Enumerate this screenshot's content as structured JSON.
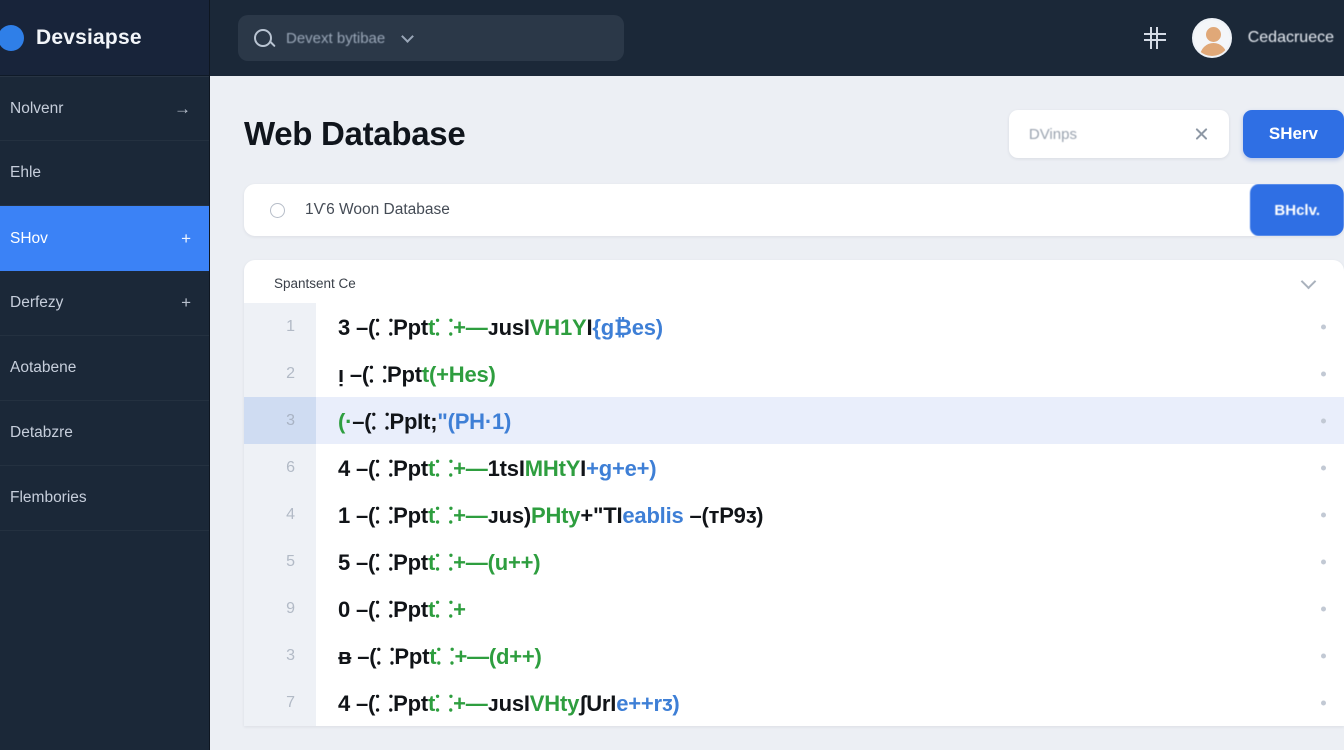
{
  "brand": {
    "name": "Devsiapse",
    "logo_icon": "circle-logo"
  },
  "sidebar": {
    "items": [
      {
        "label": "Nolvenr",
        "trail": "→",
        "trail_icon": "arrow-right-icon",
        "active": false
      },
      {
        "label": "Ehle",
        "trail": "",
        "trail_icon": "",
        "active": false
      },
      {
        "label": "SHov",
        "trail": "+",
        "trail_icon": "plus-icon",
        "active": true
      },
      {
        "label": "Derfezy",
        "trail": "+",
        "trail_icon": "plus-icon",
        "active": false
      },
      {
        "label": "Aotabene",
        "trail": "",
        "trail_icon": "",
        "active": false
      },
      {
        "label": "Detabzre",
        "trail": "",
        "trail_icon": "",
        "active": false
      },
      {
        "label": "Flembories",
        "trail": "",
        "trail_icon": "",
        "active": false
      }
    ]
  },
  "topbar": {
    "search": {
      "placeholder": "Devext bytibae",
      "search_icon": "search-icon",
      "dropdown_icon": "chevron-down-icon"
    },
    "grid_icon": "grid-icon",
    "user": {
      "name": "Cedacruece",
      "avatar_icon": "user-avatar-icon"
    }
  },
  "page": {
    "title": "Web Database",
    "filter": {
      "value": "DVinps",
      "clear_icon": "close-icon"
    },
    "primary_button": "SHerv"
  },
  "search_card": {
    "radio_icon": "circle-radio-icon",
    "text": "1Ѵ6 Woon Database",
    "button": "BHclv."
  },
  "editor": {
    "header_label": "Spantsent Ce",
    "collapse_icon": "chevron-down-icon",
    "rows": [
      {
        "num": "1",
        "segments": [
          {
            "t": "3 –(⸬Ppt",
            "c": "k"
          },
          {
            "t": "t⸬+—",
            "c": "g"
          },
          {
            "t": "ᴊusI",
            "c": "k"
          },
          {
            "t": "VH1Y",
            "c": "g"
          },
          {
            "t": "I",
            "c": "k"
          },
          {
            "t": "{g₿es)",
            "c": "b"
          }
        ],
        "highlight": false
      },
      {
        "num": "2",
        "segments": [
          {
            "t": "ᴉ –(⸬Ppt",
            "c": "k"
          },
          {
            "t": "t(+Hes)",
            "c": "g"
          }
        ],
        "highlight": false
      },
      {
        "num": "3",
        "segments": [
          {
            "t": "(·",
            "c": "g"
          },
          {
            "t": "–(⸬PpIt;",
            "c": "k"
          },
          {
            "t": "\"(PH·1)",
            "c": "b"
          }
        ],
        "highlight": true
      },
      {
        "num": "6",
        "segments": [
          {
            "t": "4 –(⸬Ppt",
            "c": "k"
          },
          {
            "t": "t⸬+—",
            "c": "g"
          },
          {
            "t": "1ts",
            "c": "k"
          },
          {
            "t": "I",
            "c": "k"
          },
          {
            "t": "MHtY",
            "c": "g"
          },
          {
            "t": "I",
            "c": "k"
          },
          {
            "t": "+g+e+)",
            "c": "b"
          }
        ],
        "highlight": false
      },
      {
        "num": "4",
        "segments": [
          {
            "t": "1 –(⸬Ppt",
            "c": "k"
          },
          {
            "t": "t⸬+—",
            "c": "g"
          },
          {
            "t": "ᴊus)",
            "c": "k"
          },
          {
            "t": "PHty",
            "c": "g"
          },
          {
            "t": "+\"T",
            "c": "k"
          },
          {
            "t": "I",
            "c": "k"
          },
          {
            "t": "eablis",
            "c": "b"
          },
          {
            "t": " –(тP9ᴣ)",
            "c": "k"
          }
        ],
        "highlight": false
      },
      {
        "num": "5",
        "segments": [
          {
            "t": "5 –(⸬Ppt",
            "c": "k"
          },
          {
            "t": "t⸬+—(u++)",
            "c": "g"
          }
        ],
        "highlight": false
      },
      {
        "num": "9",
        "segments": [
          {
            "t": "0 –(⸬Ppt",
            "c": "k"
          },
          {
            "t": "t⸬+",
            "c": "g"
          }
        ],
        "highlight": false
      },
      {
        "num": "3",
        "segments": [
          {
            "t": "ᴃ –(⸬Ppt",
            "c": "k"
          },
          {
            "t": "t⸬+—(d++)",
            "c": "g"
          }
        ],
        "highlight": false
      },
      {
        "num": "7",
        "segments": [
          {
            "t": "4 –(⸬Ppt",
            "c": "k"
          },
          {
            "t": "t⸬+—",
            "c": "g"
          },
          {
            "t": "ᴊusI",
            "c": "k"
          },
          {
            "t": "VHty",
            "c": "g"
          },
          {
            "t": "ʃUr",
            "c": "k"
          },
          {
            "t": "I",
            "c": "k"
          },
          {
            "t": "e++rᴣ)",
            "c": "b"
          }
        ],
        "highlight": false
      }
    ]
  },
  "colors": {
    "sidebar_bg": "#1b2838",
    "accent_blue": "#2f6fe4",
    "active_item": "#3b82f6",
    "content_bg": "#eceff4",
    "code_green": "#2e9e3f",
    "code_blue": "#3e7fd6",
    "row_highlight": "#e9eefb"
  }
}
